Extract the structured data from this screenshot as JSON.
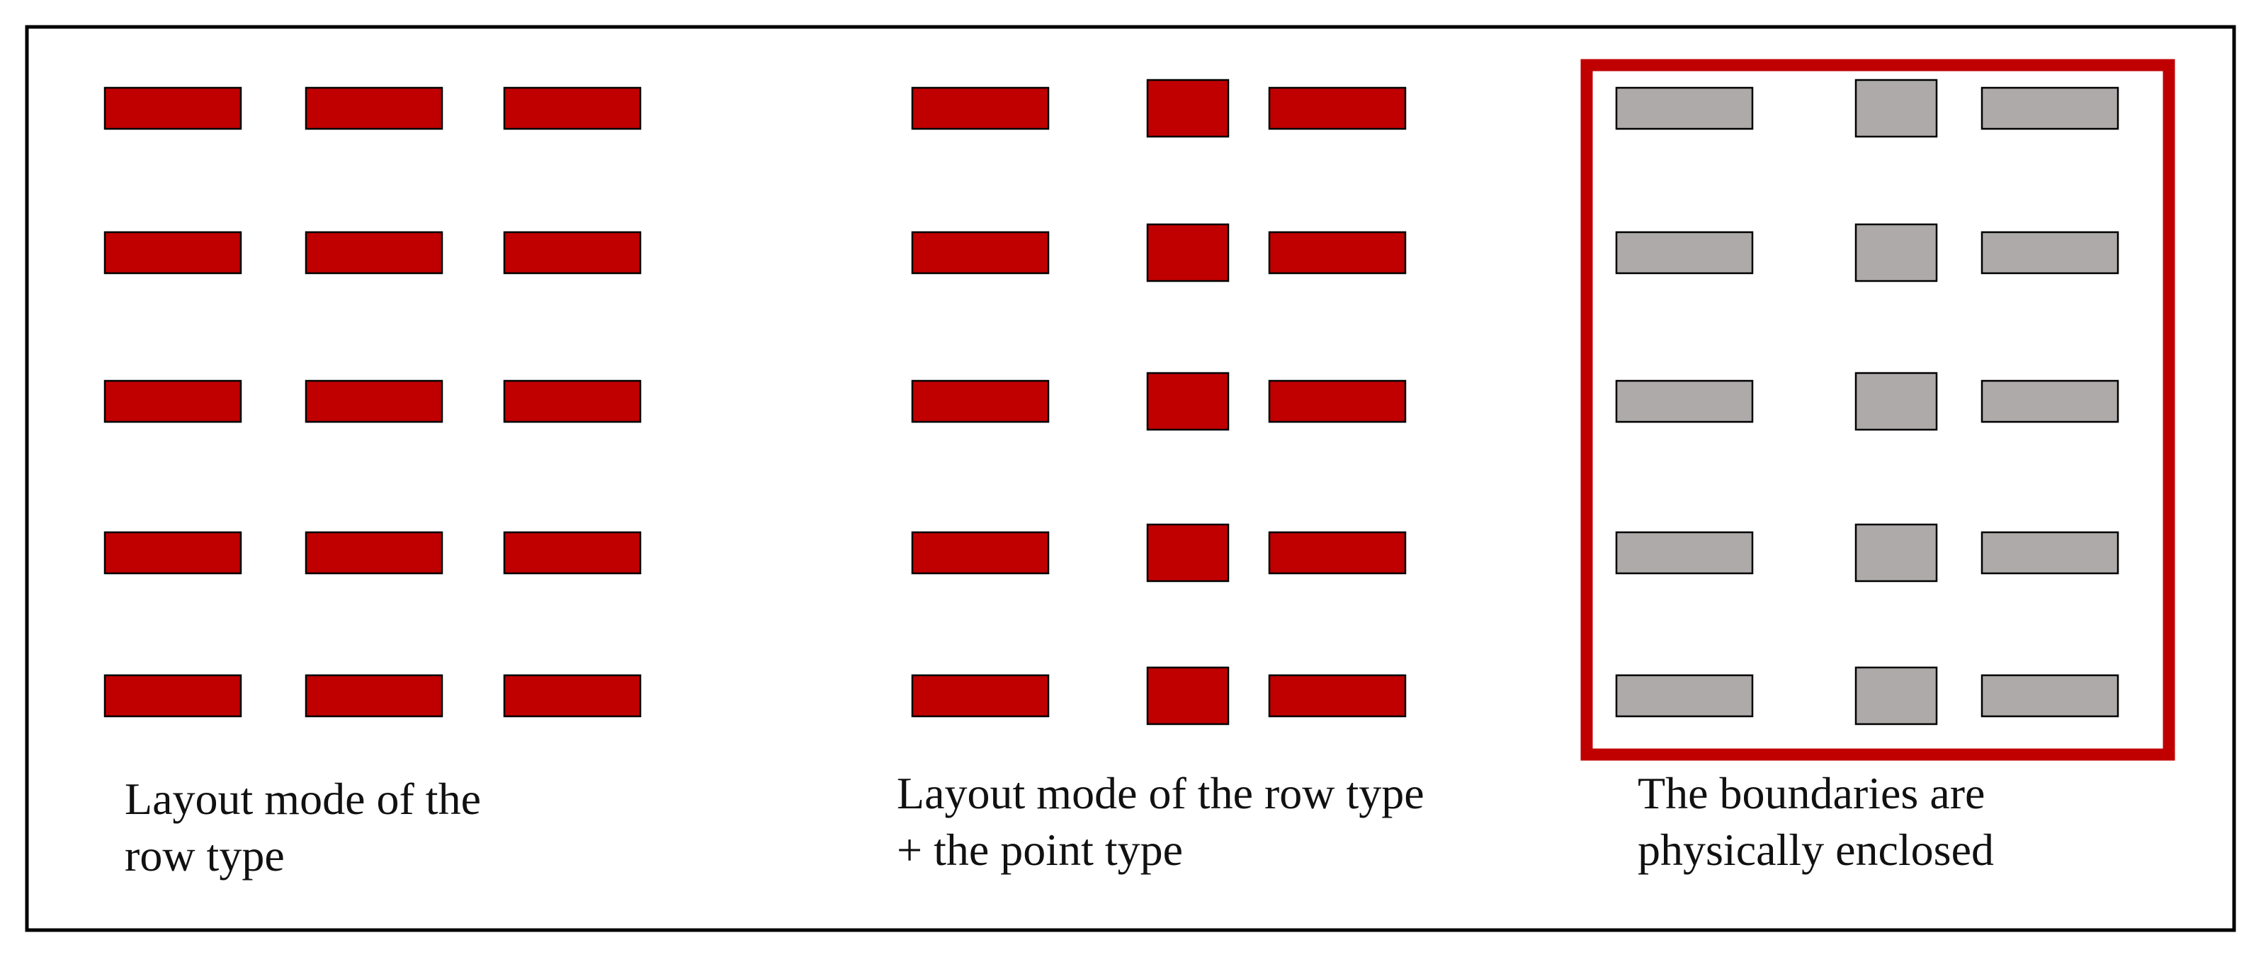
{
  "colors": {
    "block_red": "#c00000",
    "block_gray": "#aeaaaa",
    "enclosure": "#c00000",
    "outline": "#000000",
    "background": "#ffffff"
  },
  "panels": [
    {
      "name": "row-type",
      "caption": [
        "Layout mode of the",
        "row type"
      ],
      "block_color": "red",
      "columns": [
        "long",
        "long",
        "long"
      ],
      "rows": 5,
      "enclosed": false
    },
    {
      "name": "row-plus-point-type",
      "caption": [
        "Layout mode of the row type",
        "+ the point type"
      ],
      "block_color": "red",
      "columns": [
        "long",
        "square",
        "long"
      ],
      "rows": 5,
      "enclosed": false
    },
    {
      "name": "physically-enclosed",
      "caption": [
        "The boundaries are",
        "physically enclosed"
      ],
      "block_color": "gray",
      "columns": [
        "long",
        "square",
        "long"
      ],
      "rows": 5,
      "enclosed": true
    }
  ]
}
